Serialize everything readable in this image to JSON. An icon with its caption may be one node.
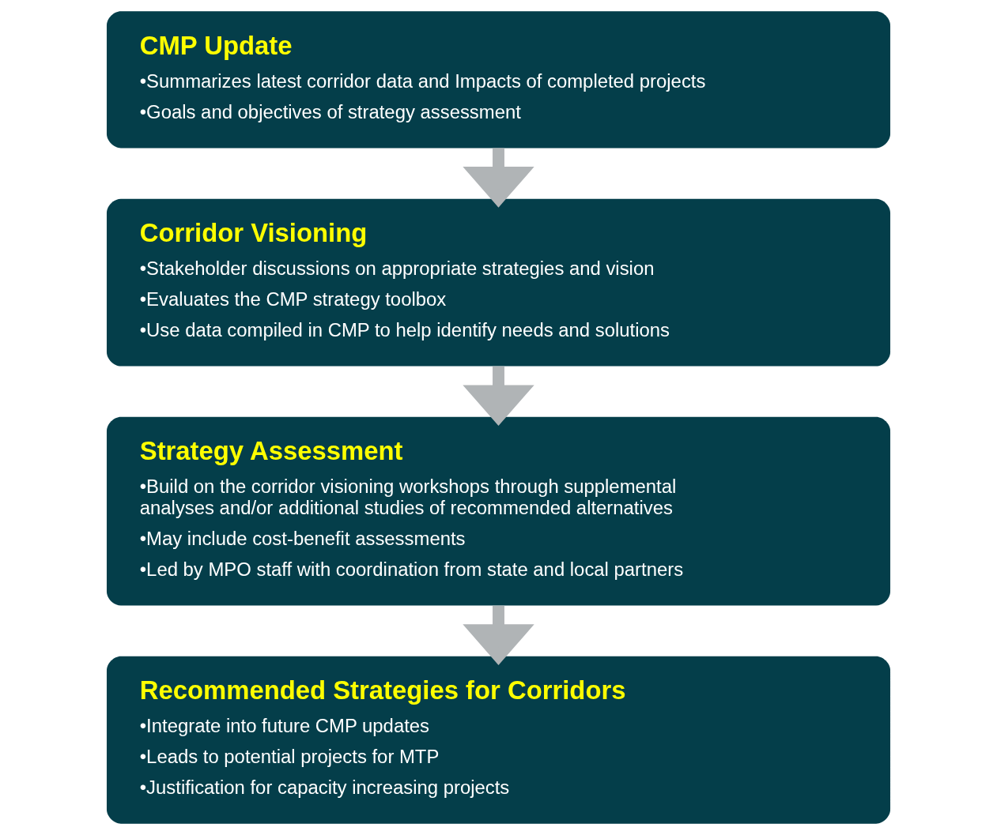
{
  "diagram": {
    "nodes": [
      {
        "text": [
          "CMP Update",
          "•Summarizes latest corridor data and Impacts of completed projects",
          "•Goals and objectives of strategy assessment"
        ]
      },
      {
        "text": [
          "Corridor Visioning",
          "•Stakeholder discussions on appropriate strategies and vision",
          "•Evaluates the CMP strategy toolbox",
          "•Use data compiled in CMP to help identify needs and solutions"
        ]
      },
      {
        "text": [
          "Strategy Assessment",
          "•Build on the corridor visioning workshops through supplemental analyses and/or additional studies of recommended alternatives",
          "•May include cost-benefit assessments",
          "•Led by MPO staff with coordination from state and local partners"
        ]
      },
      {
        "text": [
          "Recommended Strategies for Corridors",
          "•Integrate into future CMP updates",
          "•Leads to potential projects for MTP",
          "•Justification for capacity increasing projects"
        ]
      }
    ],
    "edges": [
      {
        "from": 0,
        "to": 1,
        "arrow": "to"
      },
      {
        "from": 1,
        "to": 2,
        "arrow": "to"
      },
      {
        "from": 2,
        "to": 3,
        "arrow": "to"
      }
    ]
  }
}
